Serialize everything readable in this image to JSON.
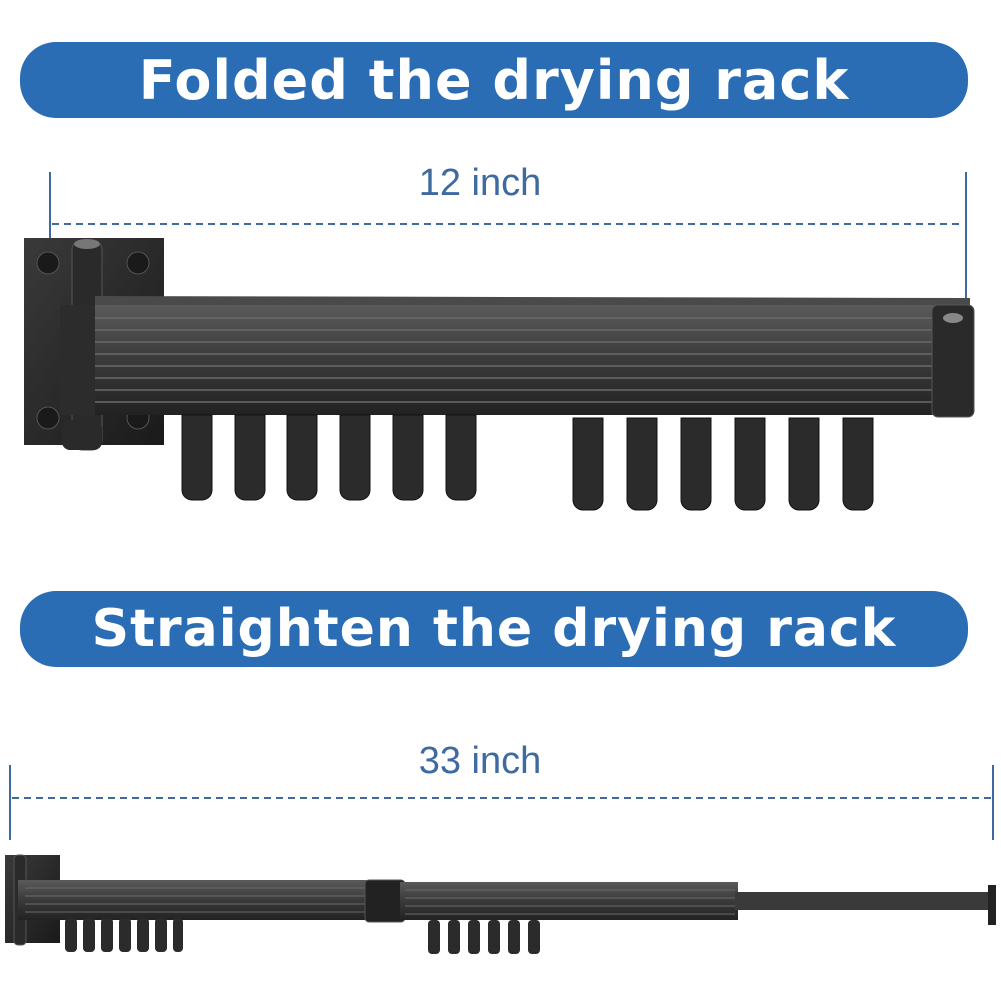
{
  "folded": {
    "title": "Folded the drying rack",
    "measurement": "12 inch"
  },
  "straightened": {
    "title": "Straighten the drying rack",
    "measurement": "33 inch"
  },
  "colors": {
    "banner": "#2a6db5",
    "banner_text": "#ffffff",
    "dimension": "#3e6aa0",
    "rack": "#2b2b2b"
  }
}
